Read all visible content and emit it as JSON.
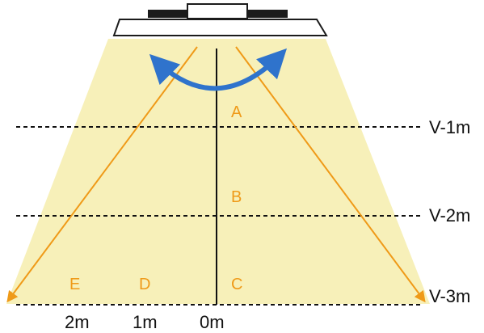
{
  "diagram": {
    "colors": {
      "light_cone": "#f7f0b9",
      "orange": "#ef9a18",
      "blue_arc": "#2f73cc",
      "line": "#111111",
      "fixture_body": "#ffffff",
      "fixture_dark": "#1b1b1b"
    },
    "zones": [
      "A",
      "B",
      "C",
      "D",
      "E"
    ],
    "levels": [
      "V-1m",
      "V-2m",
      "V-3m"
    ],
    "distances": [
      "2m",
      "1m",
      "0m"
    ]
  }
}
